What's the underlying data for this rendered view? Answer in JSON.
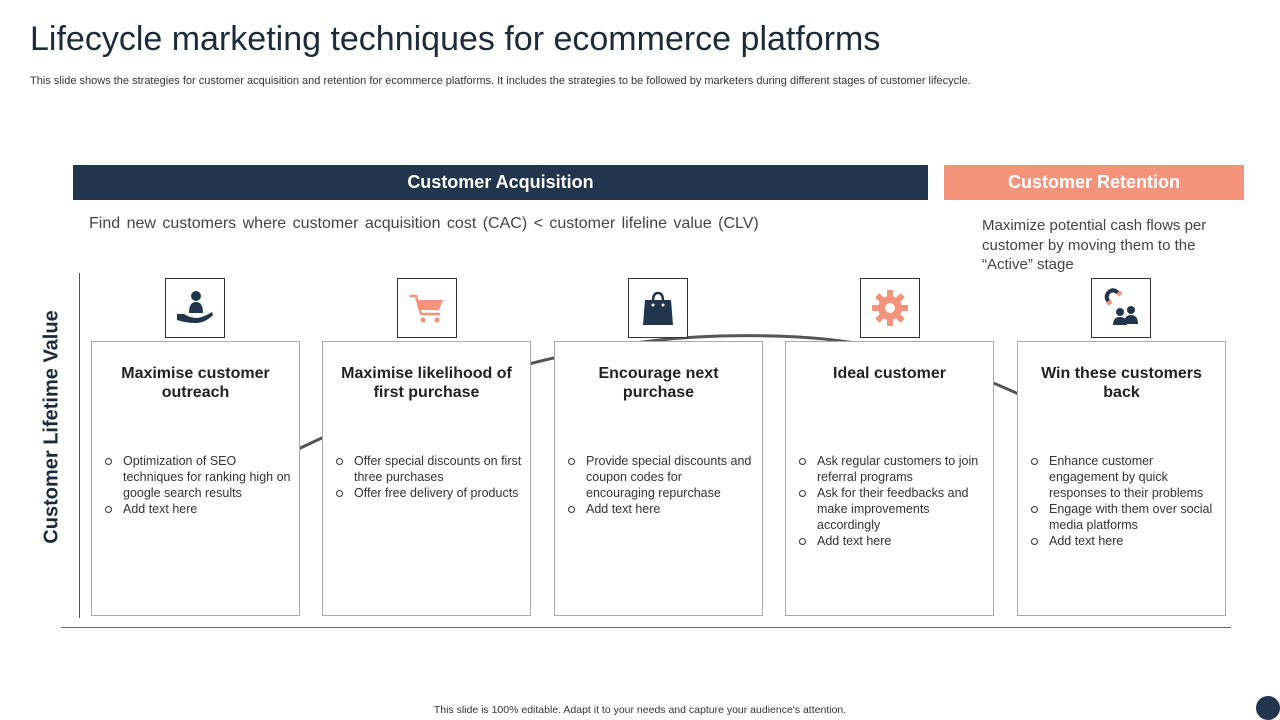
{
  "slide": {
    "title": "Lifecycle marketing techniques for ecommerce platforms",
    "subtitle": "This slide shows the strategies for customer acquisition and retention for ecommerce platforms. It includes the strategies to be followed by marketers during different stages of customer lifecycle.",
    "footer": "This slide is 100% editable. Adapt it to your needs and capture your audience's attention."
  },
  "acquisition": {
    "label": "Customer Acquisition",
    "description": "Find new customers where customer acquisition cost (CAC) < customer lifeline value (CLV)"
  },
  "retention": {
    "label": "Customer Retention",
    "description": "Maximize potential cash flows per customer by moving them to the “Active” stage"
  },
  "axis": {
    "y_label": "Customer Lifetime Value"
  },
  "colors": {
    "navy": "#21354d",
    "salmon": "#f3937c"
  },
  "stages": [
    {
      "icon": "hand-person-icon",
      "title": "Maximise customer outreach",
      "bullets": [
        "Optimization of SEO techniques for ranking high on google search results",
        "Add text here"
      ]
    },
    {
      "icon": "shopping-cart-icon",
      "title": "Maximise likelihood of first purchase",
      "bullets": [
        "Offer special discounts on first three purchases",
        "Offer free delivery of products"
      ]
    },
    {
      "icon": "shopping-bag-icon",
      "title": "Encourage next purchase",
      "bullets": [
        "Provide special discounts and coupon codes for encouraging repurchase",
        "Add text here"
      ]
    },
    {
      "icon": "gear-icon",
      "title": "Ideal customer",
      "bullets": [
        "Ask regular customers to join referral programs",
        "Ask for their feedbacks and make improvements accordingly",
        "Add text here"
      ]
    },
    {
      "icon": "magnet-users-icon",
      "title": "Win these customers back",
      "bullets": [
        "Enhance customer engagement by quick responses to their problems",
        "Engage with them over social media platforms",
        "Add text here"
      ]
    }
  ]
}
